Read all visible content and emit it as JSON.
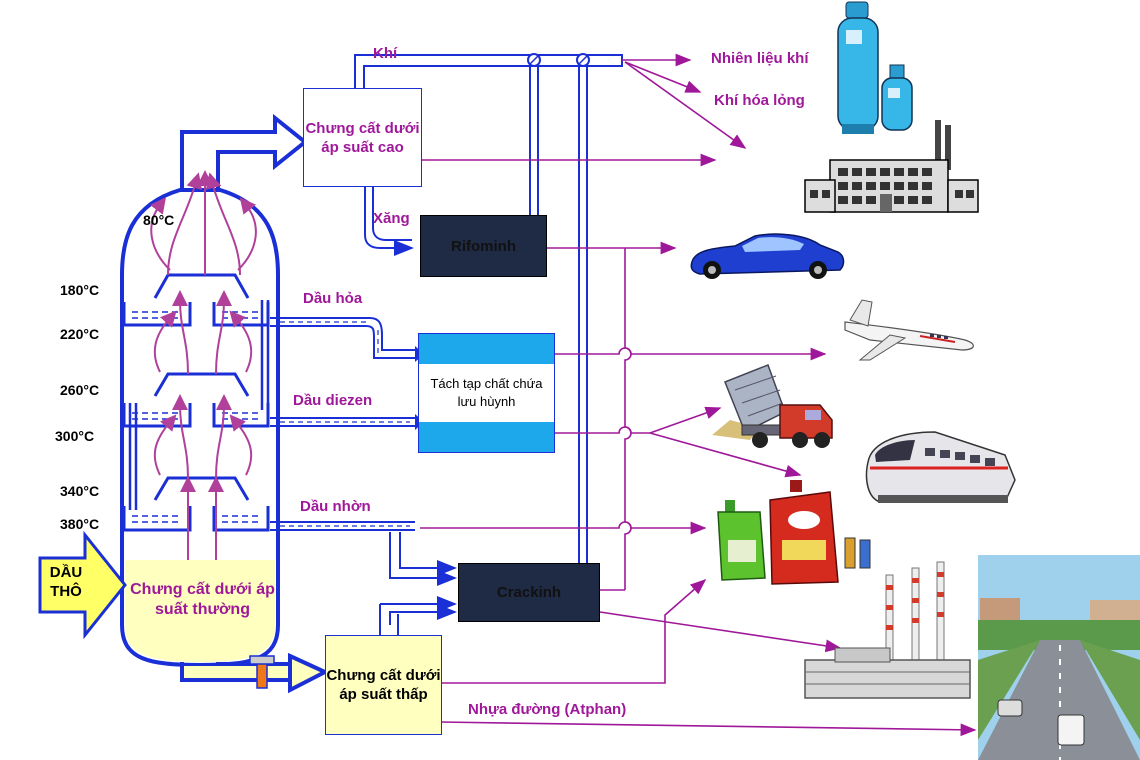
{
  "temperatures": {
    "t80": "80°C",
    "t180": "180°C",
    "t220": "220°C",
    "t260": "260°C",
    "t300": "300°C",
    "t340": "340°C",
    "t380": "380°C"
  },
  "streams": {
    "khi": "Khí",
    "xang": "Xăng",
    "dau_hoa": "Dầu hỏa",
    "dau_diezen": "Dầu diezen",
    "dau_nhon": "Dầu nhờn",
    "nhua_duong": "Nhựa đường (Atphan)"
  },
  "products": {
    "nhien_lieu_khi": "Nhiên liệu khí",
    "khi_hoa_long": "Khí hóa lỏng"
  },
  "boxes": {
    "high_pressure": "Chưng cất dưới áp suất cao",
    "rifominh": "Rifominh",
    "sulfur": "Tách tạp chất chứa lưu hùynh",
    "crackinh": "Crackinh",
    "low_pressure": "Chưng cất dưới áp suất thấp",
    "atmospheric": "Chưng cất dưới áp suất thường",
    "crude": "DẦU THÔ"
  },
  "colors": {
    "pipe_blue": "#1a2fd6",
    "label_magenta": "#a0189a",
    "box_yellow": "#ffffc0",
    "box_dark": "#1f2a44",
    "box_cyan": "#1ea8ec",
    "crude_yellow": "#ffff66"
  },
  "icons": [
    "gas-cylinder-icon",
    "factory-icon",
    "car-icon",
    "airplane-icon",
    "dump-truck-icon",
    "train-icon",
    "oil-can-icon",
    "power-plant-icon",
    "city-road-icon"
  ]
}
